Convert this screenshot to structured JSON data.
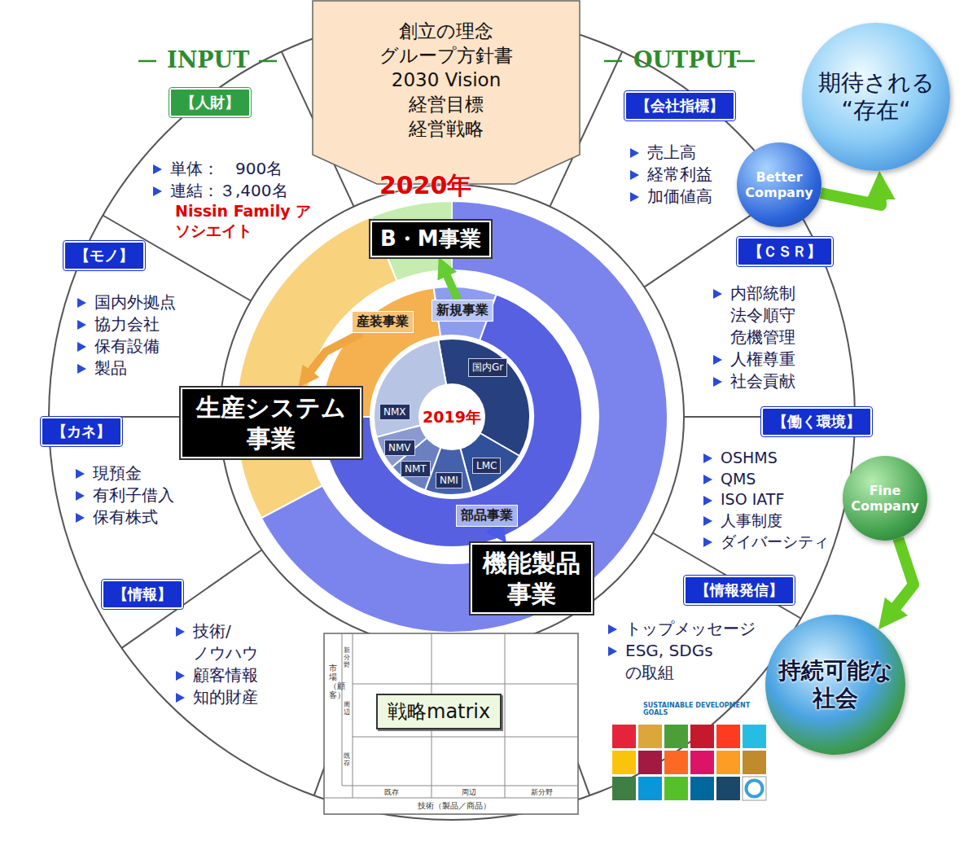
{
  "diagram": {
    "nodes": [
      {
        "text": [
          "創立の理念",
          "グループ方針書",
          "2030 Vision",
          "経営目標",
          "経営戦略"
        ]
      },
      {
        "text": [
          "単体：　900名",
          "連結：３,400名",
          "Nissin Family アソシエイト"
        ]
      },
      {
        "text": [
          "【人財】"
        ],
        "in": 1
      },
      {
        "text": [
          "国内外拠点",
          "協力会社",
          "保有設備",
          "製品"
        ]
      },
      {
        "text": [
          "【モノ】"
        ],
        "in": 3
      },
      {
        "text": [
          "現預金",
          "有利子借入",
          "保有株式"
        ]
      },
      {
        "text": [
          "【カネ】"
        ],
        "in": 5
      },
      {
        "text": [
          "技術/ノウハウ",
          "顧客情報",
          "知的財産"
        ]
      },
      {
        "text": [
          "【情報】"
        ],
        "in": 7
      },
      {
        "text": [
          "売上高",
          "経常利益",
          "加価値高"
        ]
      },
      {
        "text": [
          "【会社指標】"
        ],
        "in": 9
      },
      {
        "text": [
          "内部統制 法令順守 危機管理",
          "人権尊重",
          "社会貢献"
        ]
      },
      {
        "text": [
          "【ＣＳＲ】"
        ],
        "in": 11
      },
      {
        "text": [
          "OSHMS",
          "QMS",
          "ISO IATF",
          "人事制度",
          "ダイバーシティ"
        ]
      },
      {
        "text": [
          "【働く環境】"
        ],
        "in": 13
      },
      {
        "text": [
          "トップメッセージ",
          "ESG, SDGs の取組"
        ]
      },
      {
        "text": [
          "【情報発信】"
        ],
        "in": 15
      },
      {
        "text": [
          "B・M事業"
        ]
      },
      {
        "text": [
          "生産システム事業"
        ]
      },
      {
        "text": [
          "機能製品事業"
        ]
      },
      {
        "text": [
          "産装事業"
        ]
      },
      {
        "text": [
          "新規事業"
        ]
      },
      {
        "text": [
          "部品事業"
        ]
      },
      {
        "text": [
          "国内Gr"
        ]
      },
      {
        "text": [
          "LMC"
        ]
      },
      {
        "text": [
          "NMI"
        ]
      },
      {
        "text": [
          "NMT"
        ]
      },
      {
        "text": [
          "NMV"
        ]
      },
      {
        "text": [
          "NMX"
        ]
      },
      {
        "text": [
          "戦略matrix"
        ]
      },
      {
        "text": [
          "Better Company"
        ]
      },
      {
        "text": [
          "期待される “存在“"
        ]
      },
      {
        "text": [
          "Fine Company"
        ]
      },
      {
        "text": [
          "持続可能な社会"
        ]
      }
    ],
    "edges": [
      {
        "from": 21,
        "to": 17,
        "arrow": "to"
      },
      {
        "from": 20,
        "to": 18,
        "arrow": "to"
      },
      {
        "from": 22,
        "to": 19,
        "arrow": "to"
      },
      {
        "from": 30,
        "to": 31,
        "arrow": "to"
      },
      {
        "from": 32,
        "to": 33,
        "arrow": "to"
      }
    ],
    "labels": [
      "INPUT",
      "OUTPUT",
      "2020年",
      "2019年",
      "市場（顧客）",
      "新分野",
      "周辺",
      "既存",
      "既存",
      "周辺",
      "新分野",
      "技術（製品／商品）",
      "SUSTAINABLE DEVELOPMENT GOALS"
    ]
  }
}
